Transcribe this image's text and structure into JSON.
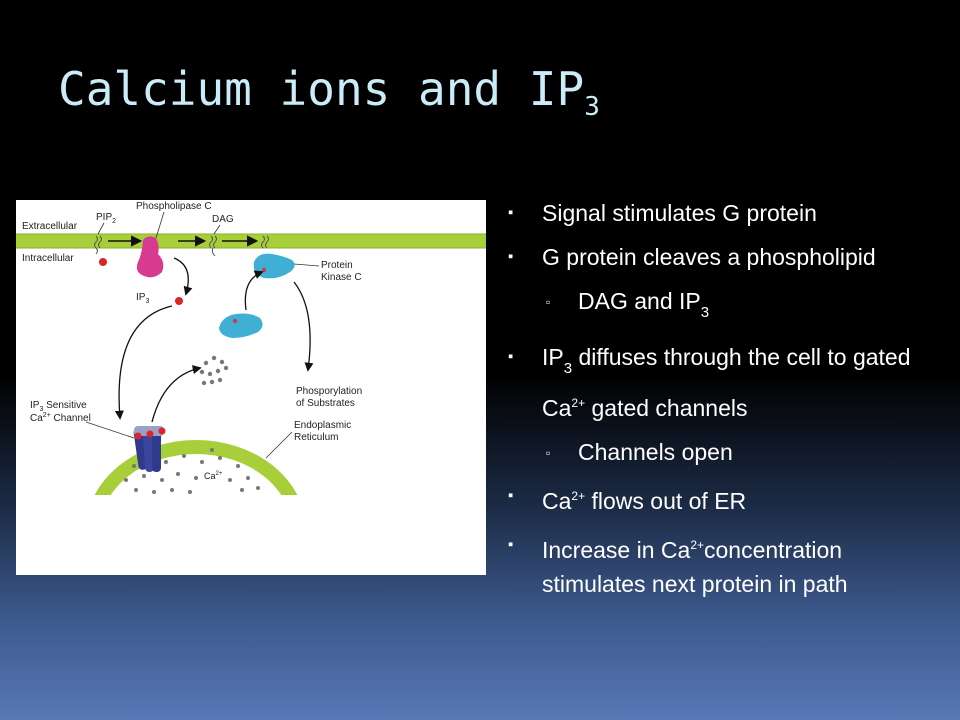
{
  "slide": {
    "title_main": "Calcium ions and IP",
    "title_sub": "3"
  },
  "figure": {
    "extracellular": "Extracellular",
    "intracellular": "Intracellular",
    "pip2_base": "PIP",
    "pip2_sub": "2",
    "phospholipase_c": "Phospholipase C",
    "dag": "DAG",
    "ip3_base": "IP",
    "ip3_sub": "3",
    "protein_kinase_line1": "Protein",
    "protein_kinase_line2": "Kinase C",
    "sensitive_line1_rest": " Sensitive",
    "channel_line2_base": "Ca",
    "channel_line2_sup": "2+",
    "channel_line2_rest": " Channel",
    "phosphorylation_line1": "Phosporylation",
    "phosphorylation_line2": "of Substrates",
    "er_line1": "Endoplasmic",
    "er_line2": "Reticulum",
    "ca_base": "Ca",
    "ca_sup": "2+"
  },
  "bullets": {
    "b1": "Signal stimulates  G protein",
    "b2": "G protein cleaves a phospholipid",
    "s1_base": "DAG and IP",
    "s1_sub": "3",
    "b3_base": "IP",
    "b3_sub": "3",
    "b3_text": " diffuses through the cell to gated Ca",
    "b3_sup": "2+",
    "b3_rest": " gated channels",
    "s2": "Channels open",
    "b4_base": "Ca",
    "b4_sup": "2+",
    "b4_rest": " flows out of ER",
    "b5_base": "Increase in Ca",
    "b5_sup": "2+",
    "b5_rest": "concentration stimulates next protein in path",
    "marker": "▪",
    "sub_marker": "▫"
  },
  "colors": {
    "title": "#c9ecf8",
    "membrane": "#a8cf3a",
    "phospholipase": "#d63b8f",
    "kinase": "#3fb0d3",
    "ip3_dot": "#d8262b",
    "channel": "#2f3a8f"
  }
}
